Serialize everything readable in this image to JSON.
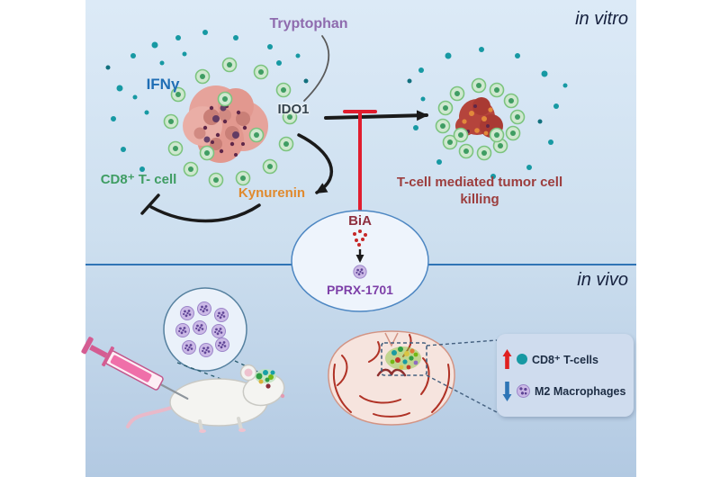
{
  "figure": {
    "sections": {
      "in_vitro": "in vitro",
      "in_vivo": "in vivo"
    },
    "labels": {
      "tryptophan": "Tryptophan",
      "ifn_gamma": "IFNγ",
      "ido1": "IDO1",
      "cd8_t_cell": "CD8⁺ T- cell",
      "kynurenin": "Kynurenin",
      "t_cell_killing": "T-cell mediated tumor cell killing",
      "bia": "BiA",
      "pprx_1701": "PPRX-1701"
    },
    "legend": {
      "items": [
        {
          "label": "CD8⁺ T-cells",
          "marker": "teal-dot",
          "trend": "up",
          "trend_color": "#e02020"
        },
        {
          "label": "M2 Macrophages",
          "marker": "purple-nanoparticle",
          "trend": "down",
          "trend_color": "#2e75b6"
        }
      ]
    },
    "colors": {
      "background_top": "#dceaf7",
      "background_bottom": "#b2c9e2",
      "divider_blue": "#2f74b5",
      "tryptophan_purple": "#8e6bae",
      "ifn_blue": "#1f6eb5",
      "ido1_dark": "#33424d",
      "cd8_green": "#3f9d63",
      "kynurenin_orange": "#e08a2e",
      "killing_dark_red": "#9c3d3d",
      "bia_dark_red": "#8e2f3f",
      "pprx_purple": "#7d3fa8",
      "inhibitor_red": "#e11d2e",
      "teal_dot": "#1799a3",
      "macrophage_purple": "#cbb9e6",
      "legend_bg": "#cfdcee"
    }
  }
}
